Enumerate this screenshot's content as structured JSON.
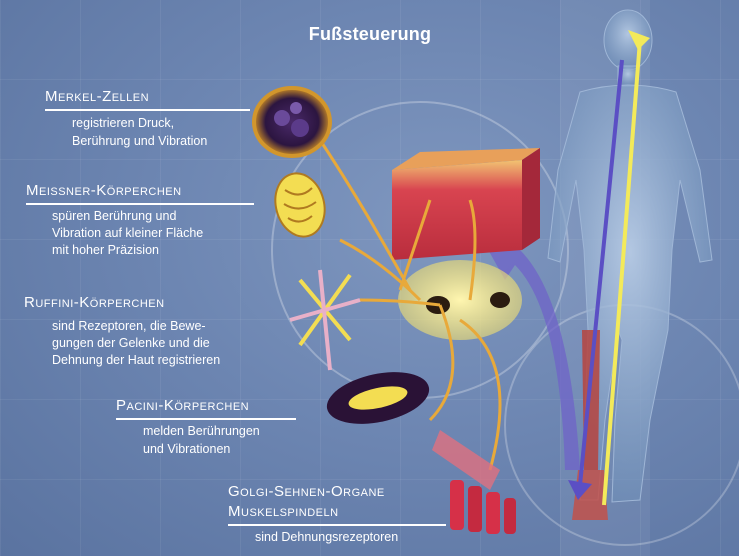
{
  "title": "Fußsteuerung",
  "receptors": {
    "merkel": {
      "label": "Merkel-Zellen",
      "desc": [
        "registrieren Druck,",
        "Berührung und Vibration"
      ]
    },
    "meissner": {
      "label": "Meissner-Körperchen",
      "desc": [
        "spüren Berührung und",
        "Vibration auf kleiner Fläche",
        "mit hoher Präzision"
      ]
    },
    "ruffini": {
      "label": "Ruffini-Körperchen",
      "desc": [
        "sind Rezeptoren, die Bewe-",
        "gungen der Gelenke und die",
        "Dehnung der Haut registrieren"
      ]
    },
    "pacini": {
      "label": "Pacini-Körperchen",
      "desc": [
        "melden Berührungen",
        "und Vibrationen"
      ]
    },
    "golgi": {
      "label": "Golgi-Sehnen-Organe",
      "label2": "Muskelspindeln",
      "desc": [
        "sind Dehnungsrezeptoren"
      ]
    }
  },
  "colors": {
    "background": "#6d86b2",
    "text": "#ffffff",
    "nerve": "#e8a93a",
    "skin": "#d8434e",
    "arrow_up": "#f3ea5a",
    "arrow_down": "#5b4fc4"
  }
}
